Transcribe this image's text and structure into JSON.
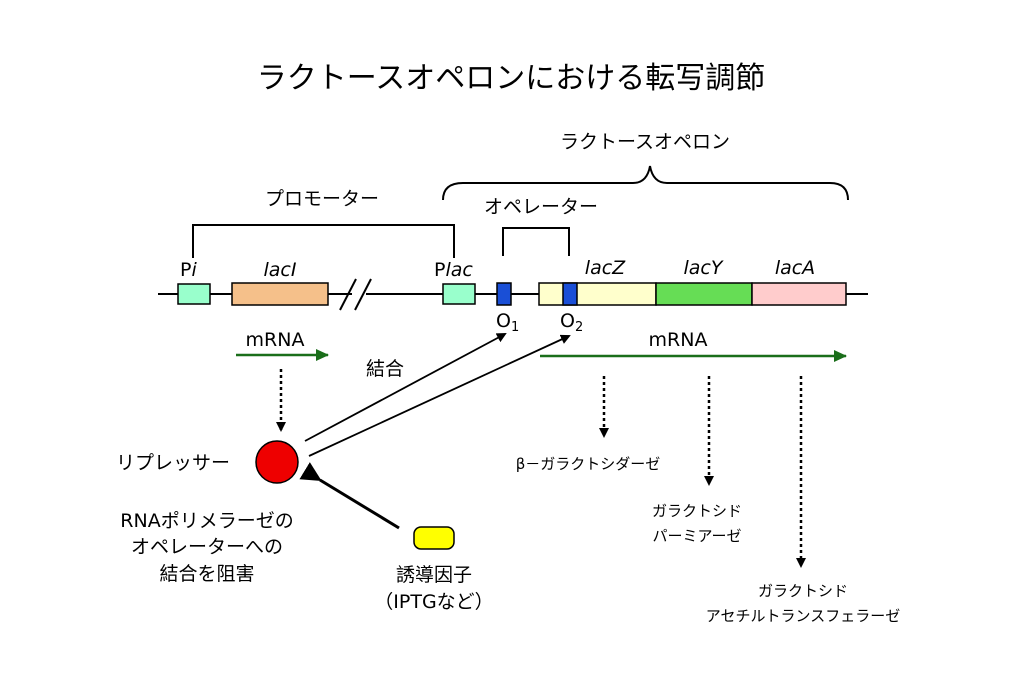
{
  "title": "ラクトースオペロンにおける転写調節",
  "labels": {
    "operon": "ラクトースオペロン",
    "promoter": "プロモーター",
    "operator": "オペレーター",
    "pi_P": "P",
    "pi_i": "i",
    "placP": "P",
    "placLac": "lac",
    "lacI_main": "lac",
    "lacI_suffix": "I",
    "lacZ": "lacZ",
    "lacY": "lacY",
    "lacA": "lacA",
    "o1_main": "O",
    "o1_sub": "1",
    "o2_main": "O",
    "o2_sub": "2",
    "mrna_left": "mRNA",
    "mrna_right": "mRNA",
    "binding": "結合",
    "repressor": "リプレッサー",
    "inhibit_lines": [
      "RNAポリメラーゼの",
      "オペレーターへの",
      "結合を阻害"
    ],
    "inducer_lines": [
      "誘導因子",
      "（IPTGなど）"
    ],
    "galactosidase": "β－ガラクトシダーゼ",
    "permease_lines": [
      "ガラクトシド",
      "パーミアーゼ"
    ],
    "transacetylase_lines": [
      "ガラクトシド",
      "アセチルトランスフェラーゼ"
    ]
  },
  "colors": {
    "promoter_box": "#99ffcc",
    "lacI_box": "#f5c08a",
    "operator_box": "#1a4fd6",
    "lacZ_box": "#ffffcc",
    "lacY_box": "#66dd55",
    "lacA_box": "#ffcccc",
    "mrna_arrow": "#1a6e1a",
    "repressor": "#ee0000",
    "inducer": "#ffff00"
  }
}
